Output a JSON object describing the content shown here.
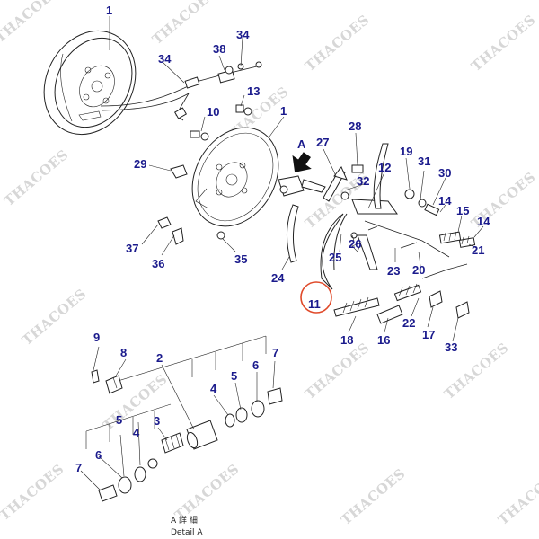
{
  "watermark": "THACOES",
  "labels": {
    "p1_top": "1",
    "p34_top": "34",
    "p38": "38",
    "p34_left": "34",
    "p13": "13",
    "p10": "10",
    "p1_mid": "1",
    "p28": "28",
    "pA": "A",
    "p27": "27",
    "p29": "29",
    "p12": "12",
    "p19": "19",
    "p31": "31",
    "p30": "30",
    "p32": "32",
    "p14_a": "14",
    "p15": "15",
    "p14_b": "14",
    "p26": "26",
    "p21": "21",
    "p37": "37",
    "p36": "36",
    "p35": "35",
    "p25": "25",
    "p23": "23",
    "p20": "20",
    "p24": "24",
    "p11": "11",
    "p22": "22",
    "p18": "18",
    "p16": "16",
    "p17": "17",
    "p33": "33",
    "d9": "9",
    "d8": "8",
    "d2": "2",
    "d7_top": "7",
    "d6_top": "6",
    "d5_top": "5",
    "d4_top": "4",
    "d3": "3",
    "d5_bot": "5",
    "d4_bot": "4",
    "d6_bot": "6",
    "d7_bot": "7"
  },
  "caption": {
    "line1": "A 詳 細",
    "line2": "Detail A"
  },
  "colors": {
    "label": "#1a1a8c",
    "highlight": "#e04a2a",
    "watermark": "#d7d7d7"
  }
}
